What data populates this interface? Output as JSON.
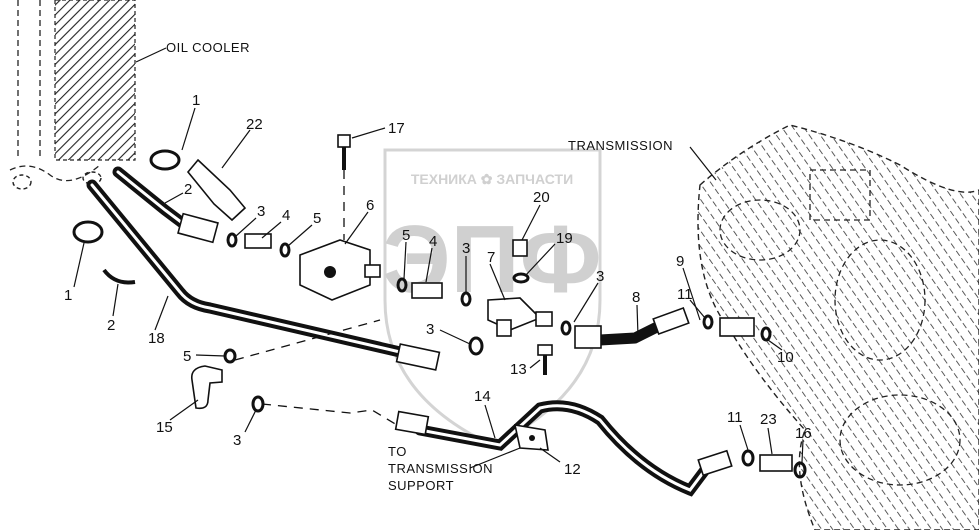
{
  "diagram": {
    "captions": {
      "oil_cooler": "OIL COOLER",
      "transmission": "TRANSMISSION",
      "to_support_1": "TO",
      "to_support_2": "TRANSMISSION",
      "to_support_3": "SUPPORT"
    },
    "watermark": {
      "top_text": "ТЕХНИКА ✿ ЗАПЧАСТИ",
      "logo": "ЭПФ"
    },
    "callouts": {
      "n1a": "1",
      "n22": "22",
      "n2a": "2",
      "n3a": "3",
      "n4a": "4",
      "n5a": "5",
      "n17": "17",
      "n6": "6",
      "n5b": "5",
      "n4b": "4",
      "n3b": "3",
      "n7": "7",
      "n20": "20",
      "n19": "19",
      "n3c": "3",
      "n8": "8",
      "n9": "9",
      "n11a": "11",
      "n10": "10",
      "n1b": "1",
      "n2b": "2",
      "n18": "18",
      "n3d": "3",
      "n13": "13",
      "n5c": "5",
      "n15": "15",
      "n3e": "3",
      "n14": "14",
      "n11b": "11",
      "n23": "23",
      "n16": "16",
      "n12": "12"
    }
  }
}
